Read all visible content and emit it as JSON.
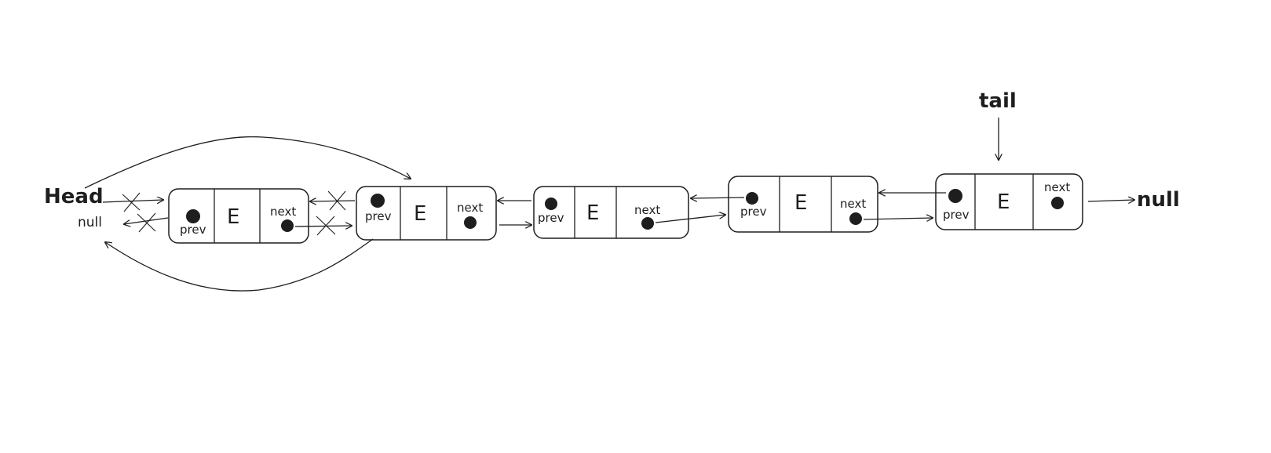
{
  "head_label": "Head",
  "tail_label": "tail",
  "null_left": "null",
  "null_right": "null",
  "nodes": [
    {
      "prev": "prev",
      "value": "E",
      "next": "next"
    },
    {
      "prev": "prev",
      "value": "E",
      "next": "next"
    },
    {
      "prev": "prev",
      "value": "E",
      "next": "next"
    },
    {
      "prev": "prev",
      "value": "E",
      "next": "next"
    },
    {
      "prev": "prev",
      "value": "E",
      "next": "next"
    }
  ],
  "colors": {
    "stroke": "#1e1e1e",
    "background": "#ffffff"
  }
}
